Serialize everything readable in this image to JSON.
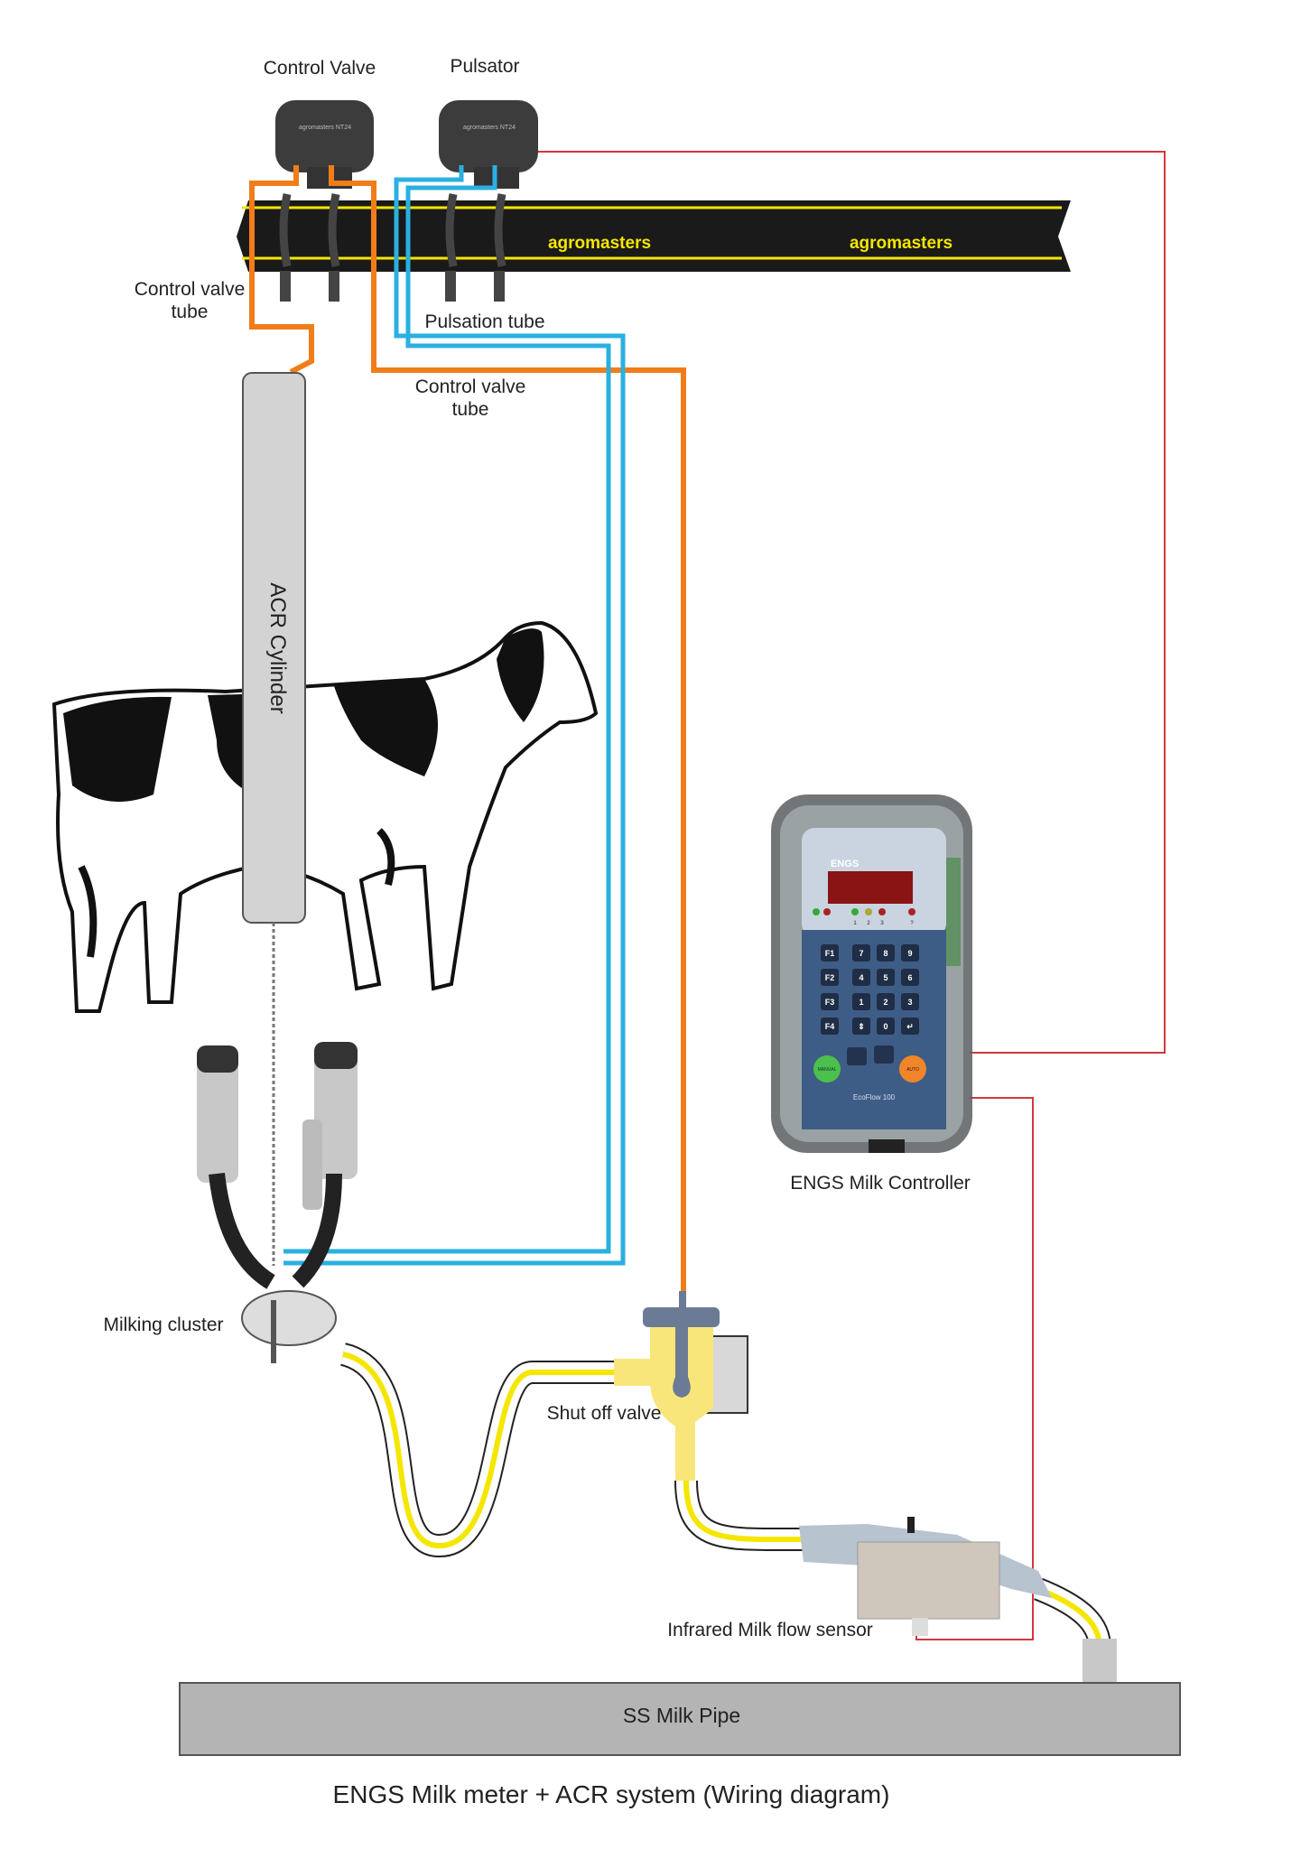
{
  "title": "ENGS Milk meter + ACR  system (Wiring diagram)",
  "labels": {
    "control_valve": "Control Valve",
    "pulsator": "Pulsator",
    "control_valve_tube_left_1": "Control valve",
    "control_valve_tube_left_2": "tube",
    "pulsation_tube": "Pulsation tube",
    "control_valve_tube_right_1": "Control valve",
    "control_valve_tube_right_2": "tube",
    "acr_cylinder": "ACR Cylinder",
    "controller": "ENGS Milk Controller",
    "milking_cluster": "Milking cluster",
    "shut_off_valve": "Shut off valve",
    "flow_sensor": "Infrared Milk flow sensor",
    "milk_pipe": "SS Milk Pipe"
  },
  "rail": {
    "brand_1": "agromasters",
    "brand_2": "agromasters"
  },
  "devices": {
    "control_valve_model": "agromasters NT24",
    "pulsator_model": "agromasters NT24"
  },
  "controller": {
    "brand": "ENGS",
    "model": "EcoFlow 100",
    "manual": "MANUAL",
    "auto": "AUTO",
    "fkeys": [
      "F1",
      "F2",
      "F3",
      "F4"
    ],
    "numkeys": [
      "7",
      "8",
      "9",
      "4",
      "5",
      "6",
      "1",
      "2",
      "3",
      "⇕",
      "0",
      "↵"
    ],
    "led_labels": [
      "1",
      "2",
      "3",
      "?"
    ]
  },
  "colors": {
    "orange": "#f07d1a",
    "blue": "#2ab0e0",
    "red": "#d0383e",
    "yellow": "#f5e600",
    "pipe": "#b4b4b4"
  }
}
